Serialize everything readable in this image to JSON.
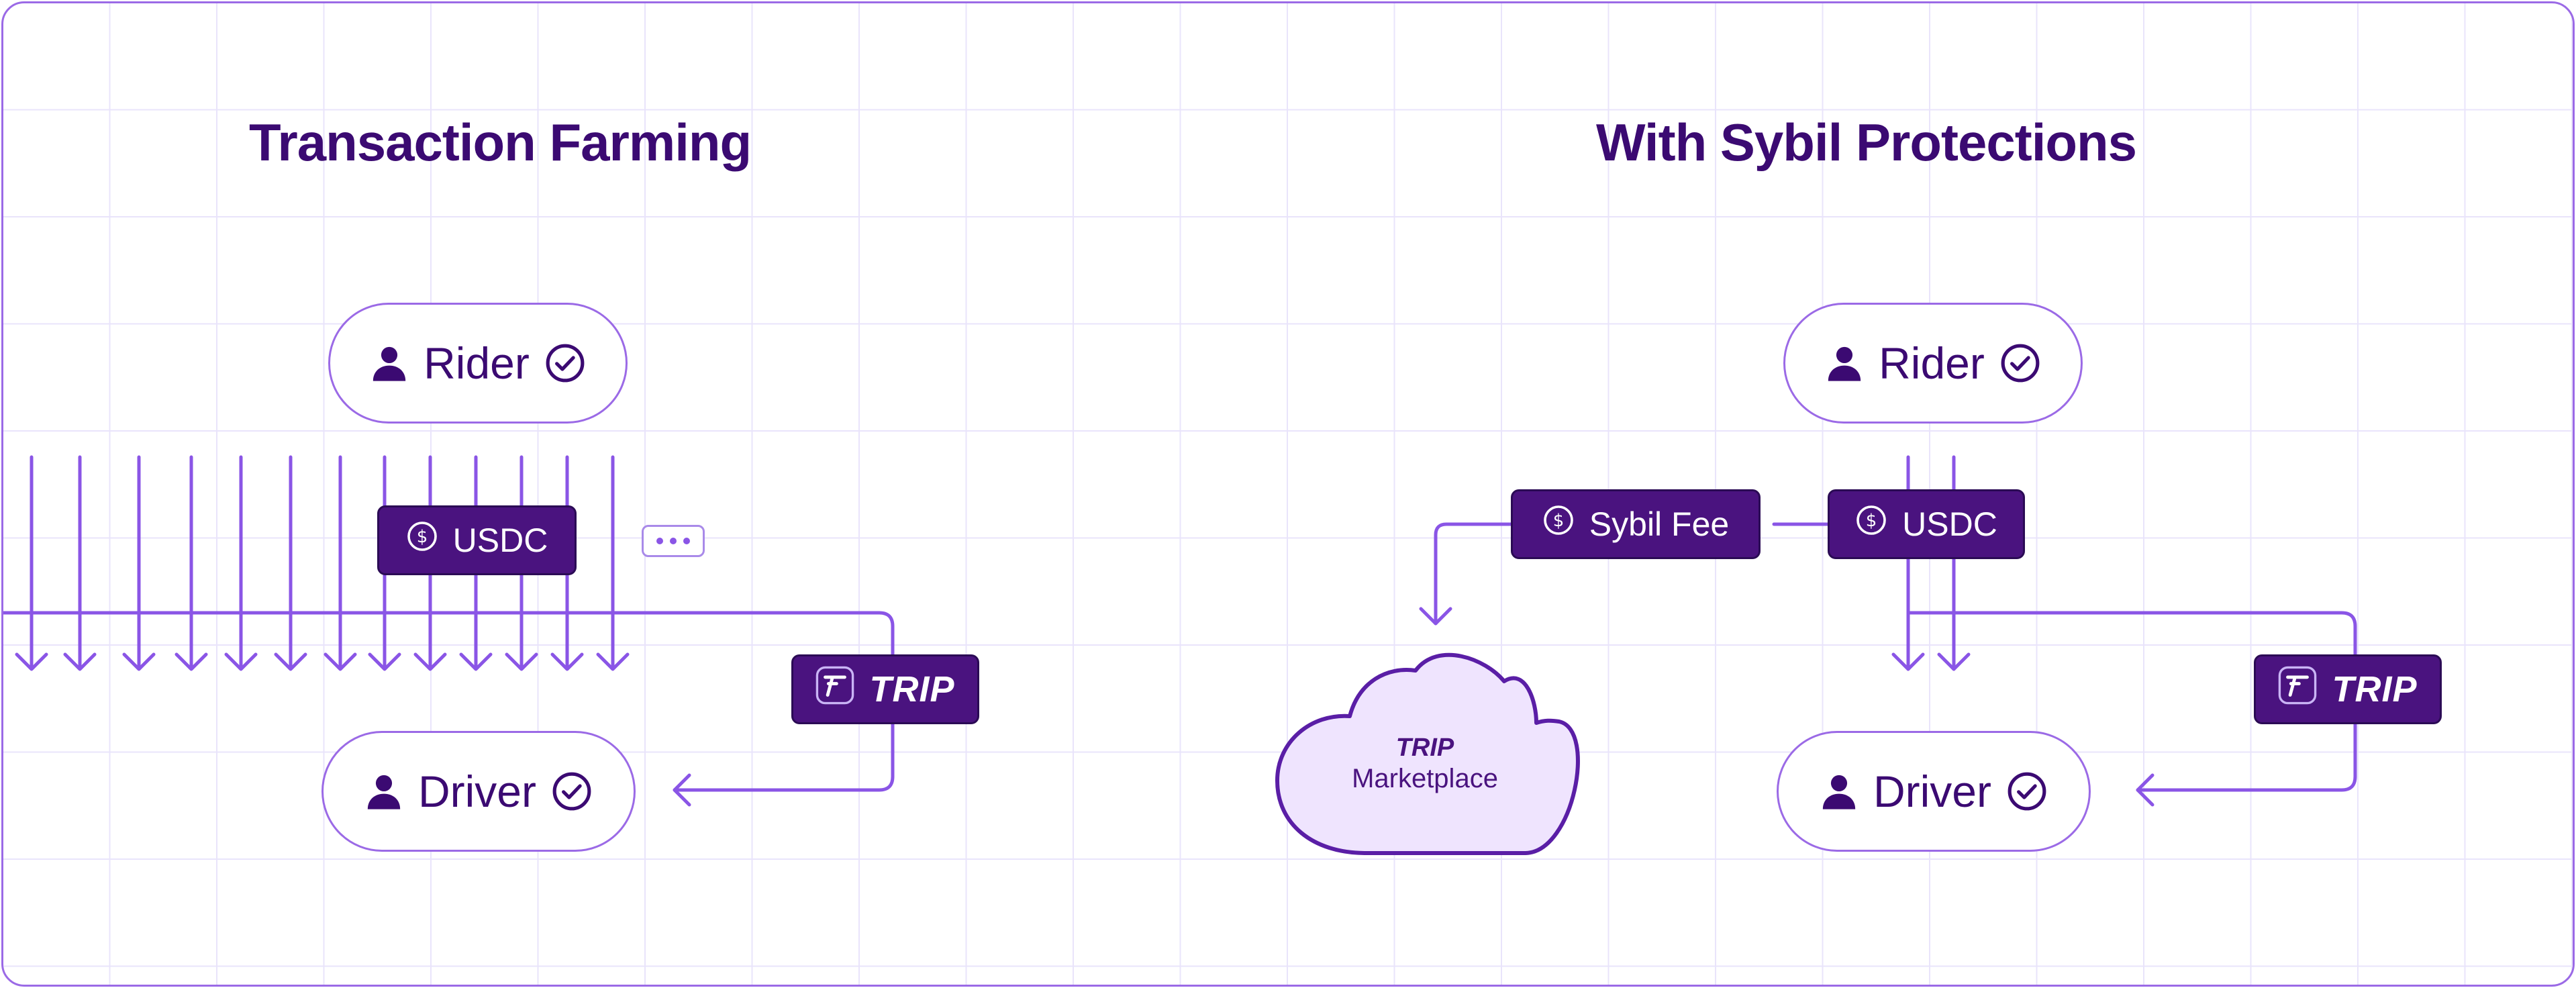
{
  "left_panel": {
    "title": "Transaction Farming",
    "rider_label": "Rider",
    "driver_label": "Driver",
    "usdc_label": "USDC",
    "trip_label": "TRIP",
    "more_indicator": "more-dots"
  },
  "right_panel": {
    "title": "With Sybil Protections",
    "rider_label": "Rider",
    "driver_label": "Driver",
    "usdc_label": "USDC",
    "sybil_fee_label": "Sybil Fee",
    "trip_label": "TRIP",
    "cloud_brand": "TRIP",
    "cloud_label": "Marketplace"
  },
  "colors": {
    "title": "#3b0a72",
    "accent": "#8a55e6",
    "chip_bg": "#4a137f",
    "grid": "#e9e4fb",
    "cloud_fill": "#efe4fe",
    "cloud_stroke": "#5a1ea6"
  },
  "icons": [
    "user-icon",
    "check-circle-icon",
    "dollar-coin-icon",
    "trip-logo-icon",
    "cloud-icon",
    "arrow-down-icon",
    "arrow-left-icon"
  ]
}
